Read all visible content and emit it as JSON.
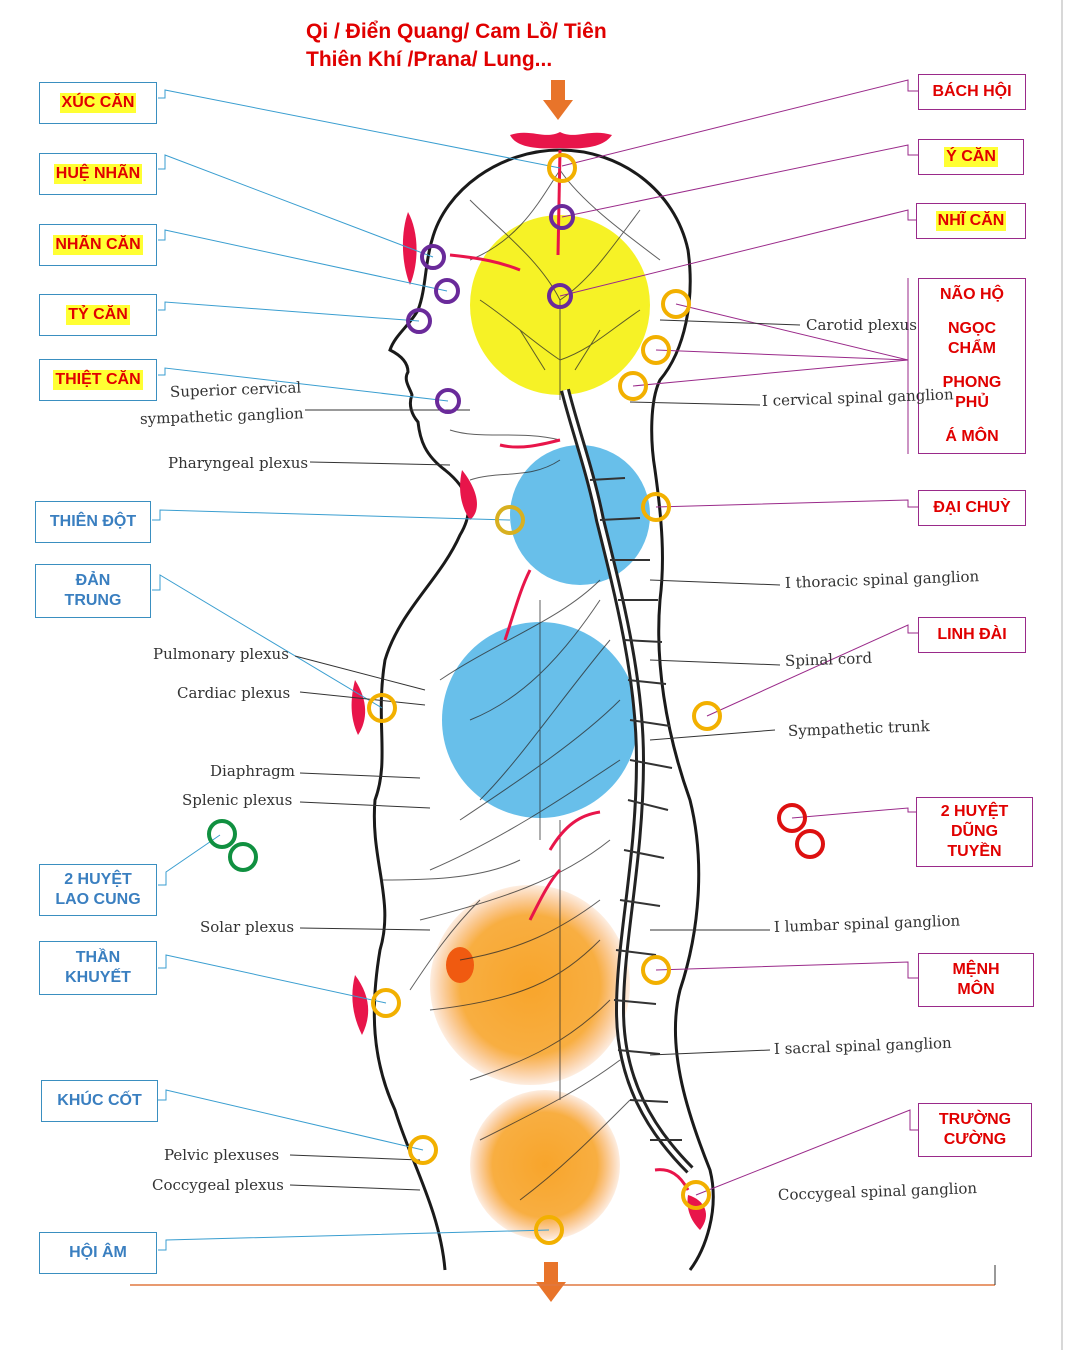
{
  "header": {
    "line1": "Qi / Điển Quang/ Cam Lồ/ Tiên",
    "line2": "Thiên Khí /Prana/ Lung..."
  },
  "left_boxes": {
    "xuc_can": "XÚC CĂN",
    "hue_nhan": "HUỆ NHÃN",
    "nhan_can": "NHÃN CĂN",
    "ty_can": "TỶ CĂN",
    "thiet_can": "THIỆT CĂN",
    "thien_dot": "THIÊN ĐỘT",
    "dan_trung_1": "ĐẢN",
    "dan_trung_2": "TRUNG",
    "lao_cung_1": "2 HUYỆT",
    "lao_cung_2": "LAO CUNG",
    "than_khuyet_1": "THẦN",
    "than_khuyet_2": "KHUYẾT",
    "khuc_cot": "KHÚC CỐT",
    "hoi_am": "HỘI ÂM"
  },
  "right_boxes": {
    "bach_hoi": "BÁCH HỘI",
    "y_can": "Ý CĂN",
    "nhi_can": "NHĨ CĂN",
    "nao_ho": "NÃO HỘ",
    "ngoc_cham_1": "NGỌC",
    "ngoc_cham_2": "CHẨM",
    "phong_phu_1": "PHONG",
    "phong_phu_2": "PHỦ",
    "a_mon": "Á MÔN",
    "dai_chuy": "ĐẠI CHUỲ",
    "linh_dai": "LINH ĐÀI",
    "dung_tuyen_1": "2 HUYỆT",
    "dung_tuyen_2": "DŨNG",
    "dung_tuyen_3": "TUYỀN",
    "menh_mon_1": "MỆNH",
    "menh_mon_2": "MÔN",
    "truong_cuong_1": "TRƯỜNG",
    "truong_cuong_2": "CƯỜNG"
  },
  "anatomy_labels": {
    "superior_cervical": "Superior cervical",
    "sympathetic_ganglion": "sympathetic ganglion",
    "pharyngeal_plexus": "Pharyngeal plexus",
    "pulmonary_plexus": "Pulmonary plexus",
    "cardiac_plexus": "Cardiac plexus",
    "diaphragm": "Diaphragm",
    "splenic_plexus": "Splenic plexus",
    "solar_plexus": "Solar plexus",
    "pelvic_plexuses": "Pelvic plexuses",
    "coccygeal_plexus": "Coccygeal plexus",
    "carotid_plexus": "Carotid plexus",
    "cervical_spinal_ganglion": "I cervical spinal ganglion",
    "thoracic_spinal_ganglion": "I thoracic spinal  ganglion",
    "spinal_cord": "Spinal cord",
    "sympathetic_trunk": "Sympathetic trunk",
    "lumbar_spinal_ganglion": "I lumbar spinal ganglion",
    "sacral_spinal_ganglion": "I sacral spinal ganglion",
    "coccygeal_spinal_ganglion": "Coccygeal spinal ganglion"
  },
  "colors": {
    "title_red": "#e00000",
    "highlight_yellow": "#ffff33",
    "left_box_border": "#3a8fc0",
    "right_box_border": "#9a2a8a",
    "ring_orange": "#f2b000",
    "ring_purple": "#6a2a9a",
    "ring_green": "#109040",
    "ring_red": "#dd1010",
    "chakra_yellow": "#f5f000",
    "chakra_blue": "#4db4e6",
    "chakra_orange": "#f7a020",
    "arrow_orange": "#e8742a",
    "ground_line": "#e07840"
  }
}
